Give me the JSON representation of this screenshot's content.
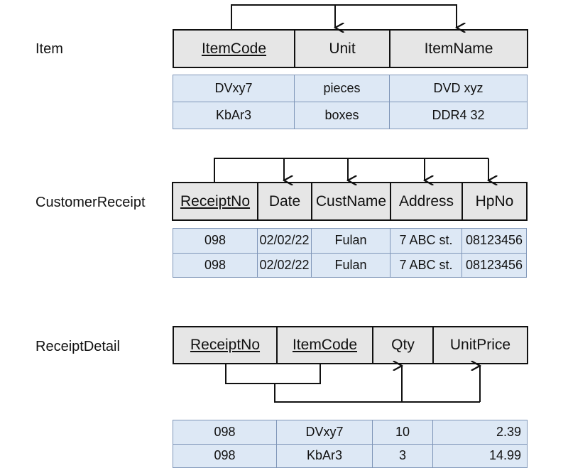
{
  "tables": [
    {
      "name": "Item",
      "headers": [
        "ItemCode",
        "Unit",
        "ItemName"
      ],
      "key_columns": [
        0
      ],
      "rows": [
        [
          "DVxy7",
          "pieces",
          "DVD xyz"
        ],
        [
          "KbAr3",
          "boxes",
          "DDR4 32"
        ]
      ]
    },
    {
      "name": "CustomerReceipt",
      "headers": [
        "ReceiptNo",
        "Date",
        "CustName",
        "Address",
        "HpNo"
      ],
      "key_columns": [
        0
      ],
      "rows": [
        [
          "098",
          "02/02/22",
          "Fulan",
          "7 ABC st.",
          "08123456"
        ],
        [
          "098",
          "02/02/22",
          "Fulan",
          "7 ABC st.",
          "08123456"
        ]
      ]
    },
    {
      "name": "ReceiptDetail",
      "headers": [
        "ReceiptNo",
        "ItemCode",
        "Qty",
        "UnitPrice"
      ],
      "key_columns": [
        0,
        1
      ],
      "rows": [
        [
          "098",
          "DVxy7",
          "10",
          "2.39"
        ],
        [
          "098",
          "KbAr3",
          "3",
          "14.99"
        ]
      ]
    }
  ],
  "colors": {
    "header_fill": "#e6e6e6",
    "data_fill": "#dde8f5",
    "data_border": "#7f96b8",
    "line": "#111111"
  }
}
